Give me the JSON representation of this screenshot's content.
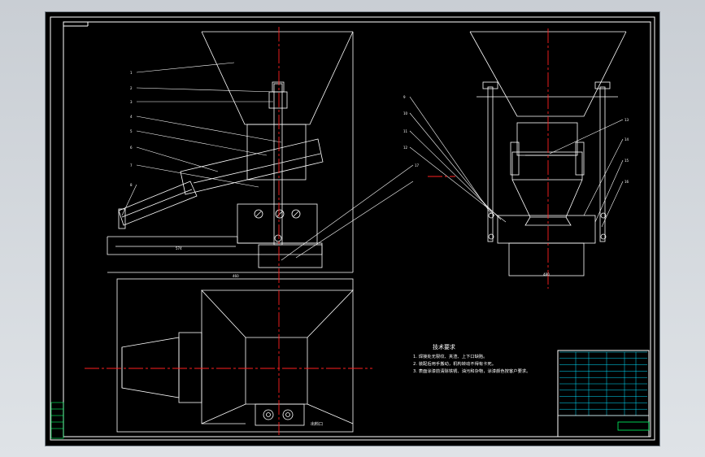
{
  "drawing": {
    "colors": {
      "background": "#000000",
      "lines": "#ffffff",
      "centerline": "#ff2020",
      "table_text": "#00ff66",
      "table_cells": "#00e0ff"
    },
    "tech_requirements": {
      "title": "技术要求",
      "lines": [
        "1. 焊接处无裂纹、夹渣、上下口缺陷。",
        "2. 装配后用手搬动，机构转动不得有卡死。",
        "3. 表面涂漆前清除铁锈、油污和杂物，涂漆颜色按客户要求。"
      ]
    },
    "dimensions": {
      "base_width": "574",
      "top_width": "460",
      "right_base": "480"
    },
    "labels": {
      "callouts_left": [
        "1",
        "2",
        "3",
        "4",
        "5",
        "6",
        "7",
        "8"
      ],
      "callouts_right": [
        "9",
        "10",
        "11",
        "12",
        "13",
        "14",
        "15",
        "16",
        "17"
      ],
      "plan_note": "出料口"
    }
  }
}
